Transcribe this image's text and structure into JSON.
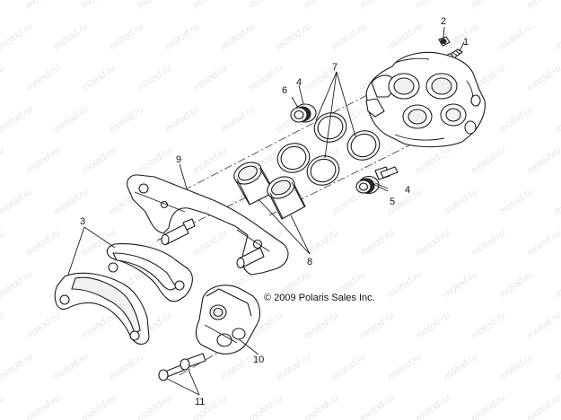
{
  "copyright": "© 2009 Polaris Sales Inc.",
  "watermark": "motod.ru",
  "callouts": [
    "1",
    "2",
    "3",
    "4",
    "4",
    "5",
    "6",
    "7",
    "8",
    "9",
    "10",
    "11"
  ]
}
